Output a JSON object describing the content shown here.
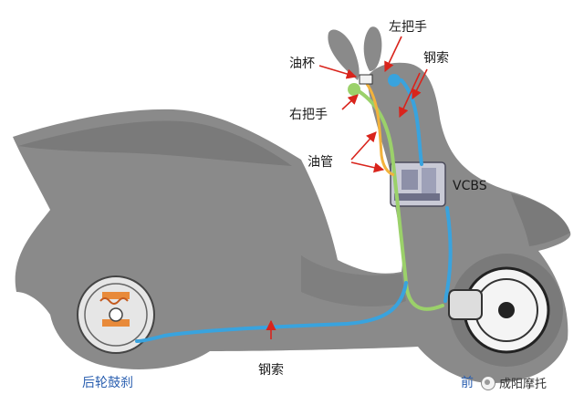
{
  "labels": {
    "left_handle": "左把手",
    "oil_cup": "油杯",
    "steel_cable_top": "钢索",
    "right_handle": "右把手",
    "oil_pipe": "油管",
    "vcbs": "VCBS",
    "rear_drum_brake": "后轮鼓刹",
    "steel_cable_bottom": "钢索",
    "front_brake_partial": "前"
  },
  "watermark": {
    "text": "成阳摩托",
    "icon": "wechat-official-account-icon"
  },
  "colors": {
    "silhouette": "#8a8a8a",
    "silhouette_dark": "#6e6e6e",
    "cable_blue": "#39a3de",
    "cable_green": "#9bd16a",
    "oil_orange": "#f2b33d",
    "arrow_red": "#d9241c",
    "label_blue": "#2a5fb0"
  }
}
